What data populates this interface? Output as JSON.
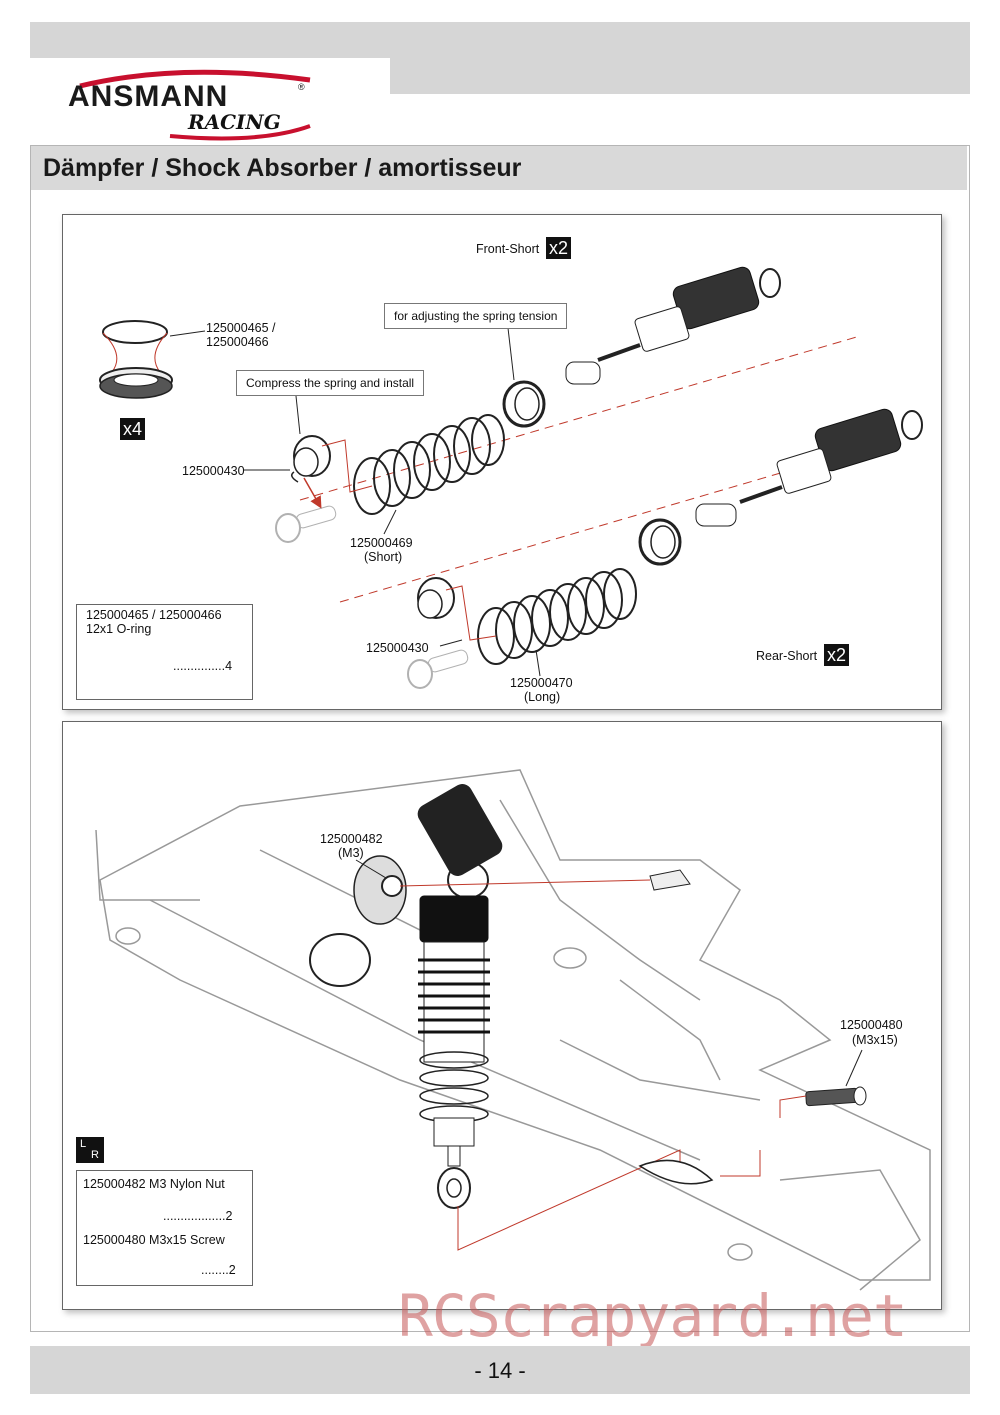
{
  "brand": {
    "name": "ANSMANN",
    "sub": "RACING",
    "reg": "®"
  },
  "title": "Dämpfer / Shock Absorber / amortisseur",
  "panel1": {
    "front_label": "Front-Short",
    "front_qty": "x2",
    "rear_label": "Rear-Short",
    "rear_qty": "x2",
    "oring_part": "125000465 /",
    "oring_part2": "125000466",
    "oring_qty": "x4",
    "compress_note": "Compress the spring and install",
    "adjust_note": "for adjusting the spring tension",
    "seat_part_top": "125000430",
    "seat_part_bottom": "125000430",
    "spring_short_part": "125000469",
    "spring_short_desc": "(Short)",
    "spring_long_part": "125000470",
    "spring_long_desc": "(Long)",
    "legend": {
      "part": "125000465 / 125000466",
      "desc": "12x1 O-ring",
      "count": "...............4"
    }
  },
  "panel2": {
    "nut_part": "125000482",
    "nut_size": "(M3)",
    "screw_part": "125000480",
    "screw_size": "(M3x15)",
    "lr_top": "L",
    "lr_bottom": "R",
    "legend": {
      "nut_line": "125000482  M3 Nylon Nut",
      "nut_count": "..................2",
      "screw_line": "125000480  M3x15 Screw",
      "screw_count": "........2"
    }
  },
  "watermark": "RCScrapyard.net",
  "page_number": "- 14 -",
  "colors": {
    "band": "#d6d6d6",
    "leader": "#c0392b",
    "accent": "#c8102e"
  }
}
